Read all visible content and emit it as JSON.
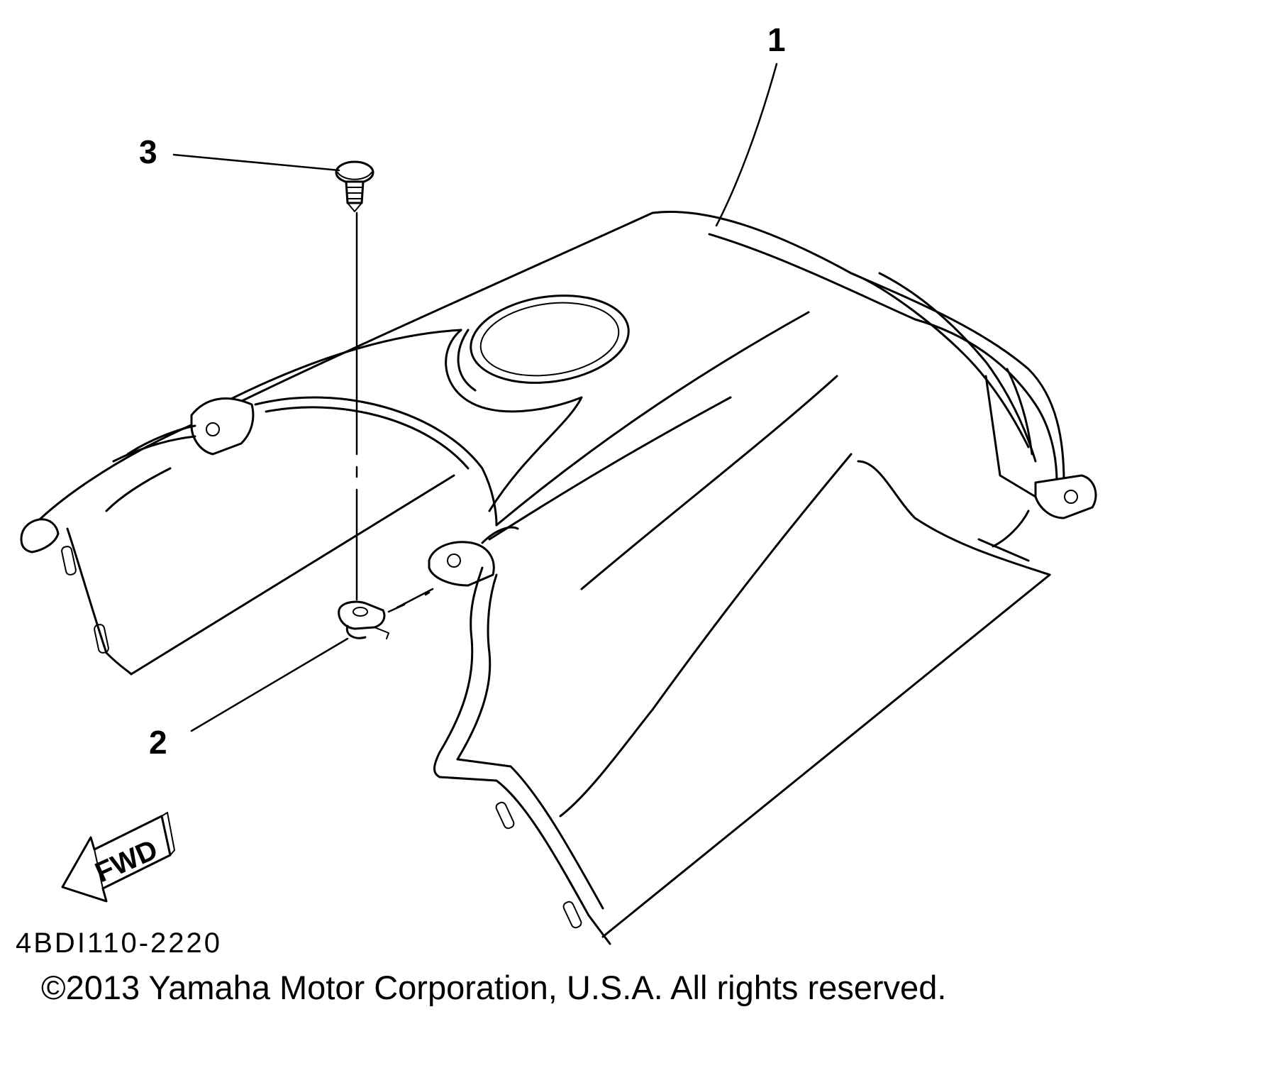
{
  "callouts": {
    "part_1": "1",
    "part_2": "2",
    "part_3": "3"
  },
  "fwd_label": "FWD",
  "part_code": "4BDI110-2220",
  "copyright": "©2013 Yamaha Motor Corporation, U.S.A. All rights reserved.",
  "colors": {
    "ink": "#000000",
    "paper": "#ffffff"
  }
}
